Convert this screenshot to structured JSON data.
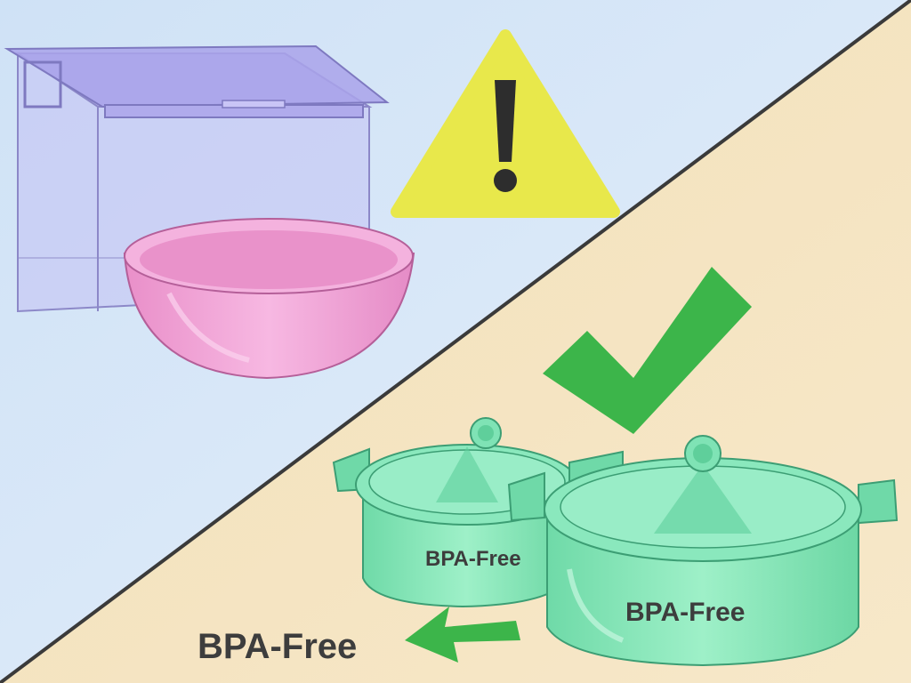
{
  "labels": {
    "pot_back": "BPA-Free",
    "pot_front": "BPA-Free",
    "bottom_caption": "BPA-Free"
  },
  "colors": {
    "background_top": "#d5e6f7",
    "background_bottom": "#f5e4c1",
    "divider_line": "#3a3a3a",
    "warning_sign": "#e6e64a",
    "warning_mark": "#2d2d2d",
    "check_mark": "#3cb54a",
    "plastic_box": "#b8b4f0",
    "bowl": "#f0a6d8",
    "pot": "#7ee2b2",
    "text": "#3d3d3d"
  },
  "icons": {
    "warning": "warning-triangle-icon",
    "check": "check-mark-icon",
    "arrow": "arrow-left-icon"
  }
}
